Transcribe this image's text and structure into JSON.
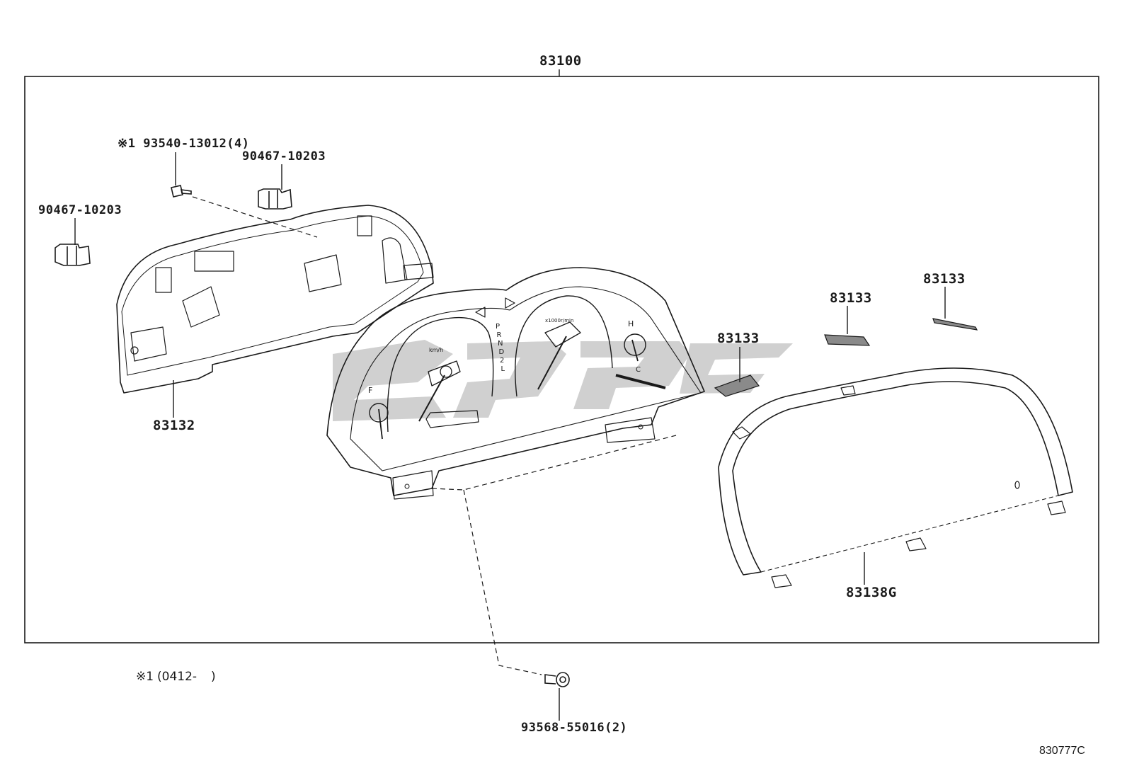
{
  "assembly": {
    "number": "83100"
  },
  "callouts": {
    "bolt_note": "※1 93540-13012(4)",
    "clip_upper": "90467-10203",
    "clip_left": "90467-10203",
    "case_back": "83132",
    "plate_a": "83133",
    "plate_b": "83133",
    "plate_c": "83133",
    "glass": "83138G",
    "screw": "93568-55016(2)"
  },
  "footnote": {
    "marker": "※1",
    "range": "(0412-",
    "close": ")"
  },
  "gauge_marks": {
    "fuel_f": "F",
    "temp_h": "H",
    "temp_c": "C",
    "speed_unit": "km/h",
    "tach_unit": "x1000r/min",
    "gears": [
      "P",
      "R",
      "N",
      "D",
      "2",
      "L"
    ]
  },
  "drawing_code": "830777C",
  "colors": {
    "line": "#1a1a1a",
    "watermark": "#c8c8c8",
    "plate_fill": "#8a8a8a"
  }
}
